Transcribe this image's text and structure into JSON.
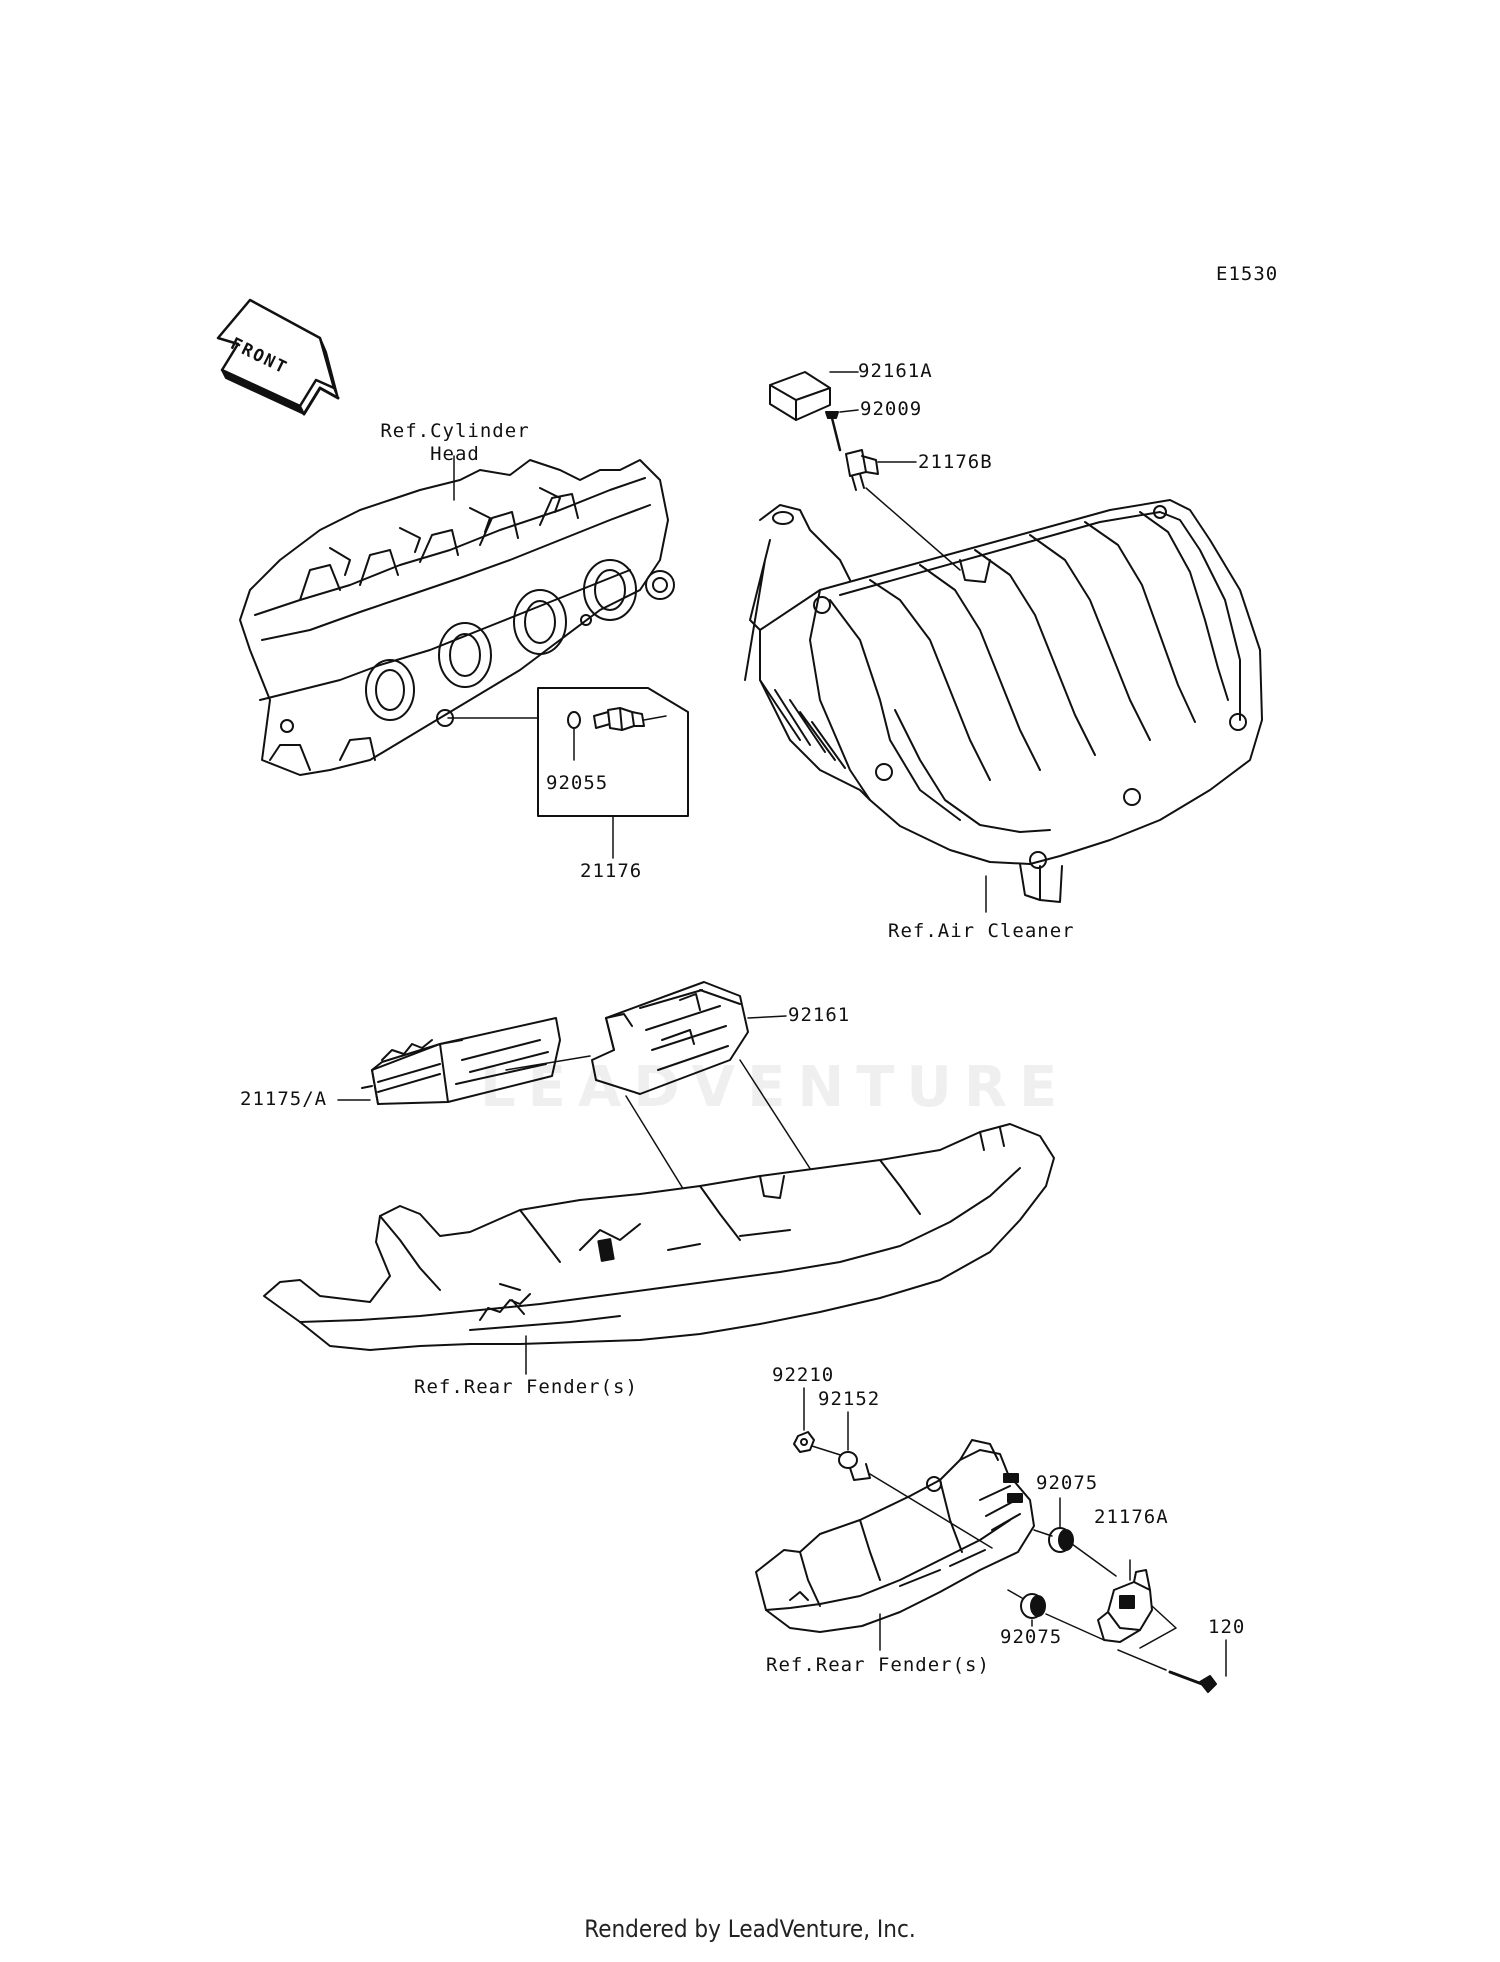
{
  "diagram_code": "E1530",
  "orientation_label": "FRONT",
  "watermark": "LEADVENTURE",
  "footer": "Rendered by LeadVenture, Inc.",
  "parts": {
    "p92161A": "92161A",
    "p92009": "92009",
    "p21176B": "21176B",
    "p92055": "92055",
    "p21176": "21176",
    "p92161": "92161",
    "p21175A": "21175/A",
    "p92210": "92210",
    "p92152": "92152",
    "p92075_upper": "92075",
    "p92075_lower": "92075",
    "p21176A": "21176A",
    "p120": "120"
  },
  "refs": {
    "cylinder_head_line1": "Ref.Cylinder",
    "cylinder_head_line2": "Head",
    "air_cleaner": "Ref.Air Cleaner",
    "rear_fender_1": "Ref.Rear Fender(s)",
    "rear_fender_2": "Ref.Rear Fender(s)"
  }
}
